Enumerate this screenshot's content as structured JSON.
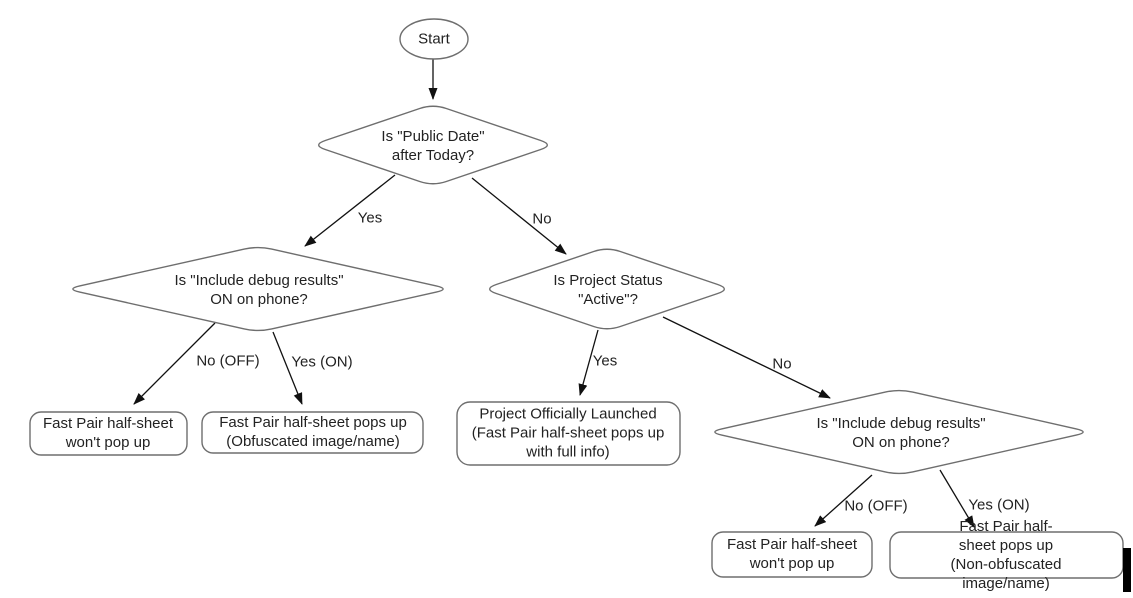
{
  "colors": {
    "background": "#ffffff",
    "node_fill": "#ffffff",
    "node_stroke": "#6e6e6e",
    "arrow": "#111111",
    "text": "#222222"
  },
  "nodes": {
    "start": {
      "type": "terminator",
      "label": "Start"
    },
    "public_date": {
      "type": "decision",
      "label": "Is \"Public Date\"\nafter Today?"
    },
    "debug_left": {
      "type": "decision",
      "label": "Is \"Include debug results\"\nON on phone?"
    },
    "project_status": {
      "type": "decision",
      "label": "Is Project Status\n\"Active\"?"
    },
    "debug_right": {
      "type": "decision",
      "label": "Is \"Include debug results\"\nON on phone?"
    },
    "no_popup_left": {
      "type": "result",
      "label": "Fast Pair half-sheet\nwon't pop up"
    },
    "obfuscated_popup": {
      "type": "result",
      "label": "Fast Pair half-sheet pops up\n(Obfuscated image/name)"
    },
    "launched": {
      "type": "result",
      "label": "Project Officially Launched\n(Fast Pair half-sheet pops up\nwith full info)"
    },
    "no_popup_right": {
      "type": "result",
      "label": "Fast Pair half-sheet\nwon't pop up"
    },
    "non_obfuscated_popup": {
      "type": "result",
      "label": "Fast Pair half-sheet pops up\n(Non-obfuscated image/name)"
    }
  },
  "edges": {
    "start_to_public_date": {
      "label": "",
      "from": "start",
      "to": "public_date"
    },
    "public_date_yes": {
      "label": "Yes",
      "from": "public_date",
      "to": "debug_left"
    },
    "public_date_no": {
      "label": "No",
      "from": "public_date",
      "to": "project_status"
    },
    "debug_left_no": {
      "label": "No (OFF)",
      "from": "debug_left",
      "to": "no_popup_left"
    },
    "debug_left_yes": {
      "label": "Yes (ON)",
      "from": "debug_left",
      "to": "obfuscated_popup"
    },
    "project_status_yes": {
      "label": "Yes",
      "from": "project_status",
      "to": "launched"
    },
    "project_status_no": {
      "label": "No",
      "from": "project_status",
      "to": "debug_right"
    },
    "debug_right_no": {
      "label": "No (OFF)",
      "from": "debug_right",
      "to": "no_popup_right"
    },
    "debug_right_yes": {
      "label": "Yes (ON)",
      "from": "debug_right",
      "to": "non_obfuscated_popup"
    }
  }
}
